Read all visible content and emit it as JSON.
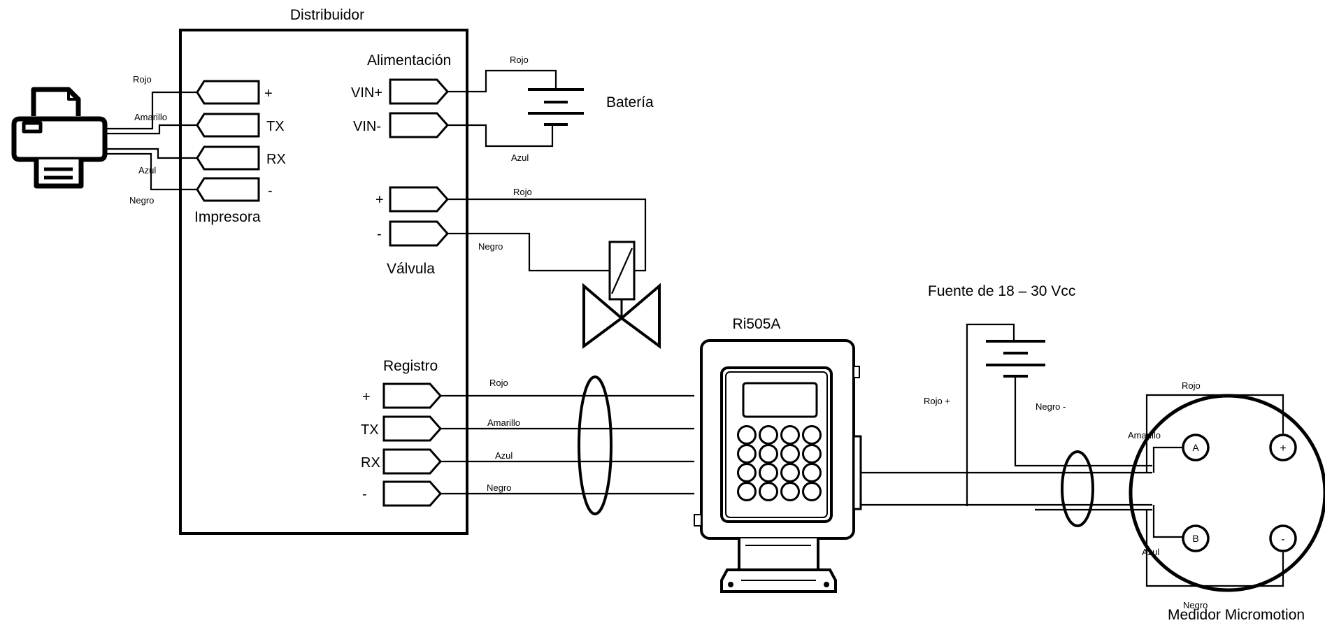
{
  "distribuidor": {
    "title": "Distribuidor",
    "impresora": {
      "label": "Impresora",
      "pins": [
        "+",
        "TX",
        "RX",
        "-"
      ]
    },
    "alimentacion": {
      "label": "Alimentación",
      "pins": [
        "VIN+",
        "VIN-"
      ]
    },
    "valvula": {
      "label": "Válvula",
      "pins": [
        "+",
        "-"
      ]
    },
    "registro": {
      "label": "Registro",
      "pins": [
        "+",
        "TX",
        "RX",
        "-"
      ]
    }
  },
  "printer_wires": [
    "Rojo",
    "Amarillo",
    "Azul",
    "Negro"
  ],
  "battery": {
    "label": "Batería",
    "wire_top": "Rojo",
    "wire_bottom": "Azul"
  },
  "valve_wires": [
    "Rojo",
    "Negro"
  ],
  "registro_wires": [
    "Rojo",
    "Amarillo",
    "Azul",
    "Negro"
  ],
  "ri505a": {
    "label": "Ri505A"
  },
  "fuente": {
    "label": "Fuente de 18 – 30 Vcc",
    "pos": "Rojo +",
    "neg": "Negro -"
  },
  "meter": {
    "label": "Medidor Micromotion",
    "wires": [
      "Rojo",
      "Amarillo",
      "Azul",
      "Negro"
    ],
    "terminals": [
      "A",
      "+",
      "B",
      "-"
    ]
  }
}
